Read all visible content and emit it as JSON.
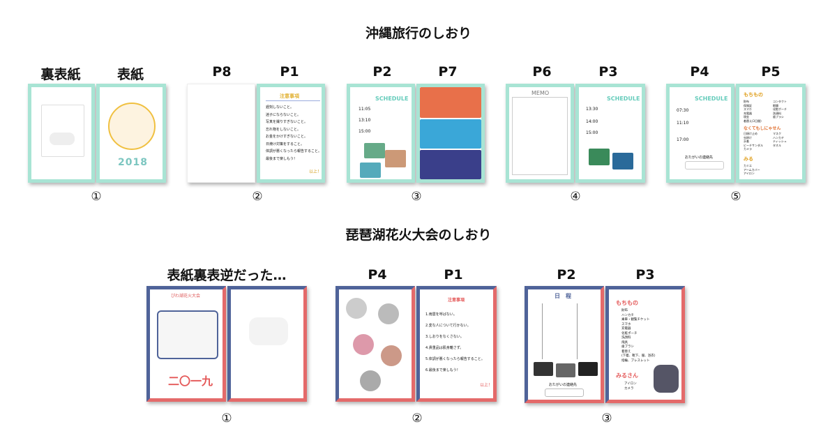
{
  "sections": [
    {
      "title": "沖縄旅行のしおり",
      "labels": [
        "裏表紙",
        "表紙",
        "P8",
        "P1",
        "P2",
        "P7",
        "P6",
        "P3",
        "P4",
        "P5"
      ],
      "numbers": [
        "①",
        "②",
        "③",
        "④",
        "⑤"
      ]
    },
    {
      "title": "琵琶湖花火大会のしおり",
      "note": "表紙裏表逆だった…",
      "labels": [
        "P4",
        "P1",
        "P2",
        "P3"
      ],
      "numbers": [
        "①",
        "②",
        "③"
      ]
    }
  ],
  "okinawa": {
    "cover_year": "2018",
    "p1_heading": "注意事項",
    "p1_items": [
      "遅刻しないこと。",
      "迷子にならないこと。",
      "写真を撮りすぎないこと。",
      "忘れ物をしないこと。",
      "お金をかけすぎないこと。",
      "日焼け対策をすること。",
      "体調が悪くなったら報告すること。",
      "最後まで楽しもう！"
    ],
    "p1_end": "以上！",
    "schedule": "SCHEDULE",
    "p2_times": [
      "11:05",
      "13:10",
      "15:00"
    ],
    "p3_times": [
      "13:30",
      "14:00",
      "15:00"
    ],
    "p4_times": [
      "07:30",
      "11:10",
      "17:00"
    ],
    "memo": "MEMO",
    "contact": "おたがいの連絡先",
    "p5_heading1": "もちもの",
    "p5_heading2": "なくてもしにゃせん",
    "p5_heading3": "みる",
    "p5_items1": [
      "財布",
      "保険証",
      "スマホ",
      "充電器",
      "現金",
      "着替え(3日間)",
      "コンタクト",
      "眼鏡",
      "化粧ポーチ",
      "洗顔料",
      "歯ブラシ"
    ],
    "p5_items2": [
      "日焼け止め",
      "虫除け",
      "水着",
      "ビーチサンダル",
      "カメラ",
      "マスク",
      "ハンカチ",
      "ティッシュ",
      "タオル"
    ],
    "p5_items3": [
      "カミエ",
      "アームカバー",
      "アイロン"
    ]
  },
  "biwako": {
    "cover_sub": "ぴわ湖花火大会",
    "cover_year": "二〇一九",
    "p1_heading": "注意事項",
    "p1_items": [
      "1.雨雲を呼ばない。",
      "2.変な人について行かない。",
      "3.しおりをなくさない。",
      "4.貴重品は肌身離さず。",
      "5.体調が悪くなったら報告すること。",
      "6.最後まで楽しもう！"
    ],
    "p1_end": "以上！",
    "p2_heading": "日　程",
    "contact": "おたがいの連絡先",
    "p3_heading1": "もちもの",
    "p3_items": [
      "財布",
      "ハンカチ",
      "乗車・観覧チケット",
      "スマホ",
      "充電器",
      "化粧ポーチ",
      "洗顔料",
      "飛具",
      "歯ブラシ",
      "着替え",
      "(下着、靴下、服、浴衣)",
      "指輪、ブレスレット"
    ],
    "p3_heading2": "みるさん",
    "p3_items2": [
      "アイロン",
      "カメラ"
    ]
  },
  "colors": {
    "mint": "#a8e4d4",
    "red": "#e46a6a",
    "blue": "#4f6399"
  }
}
